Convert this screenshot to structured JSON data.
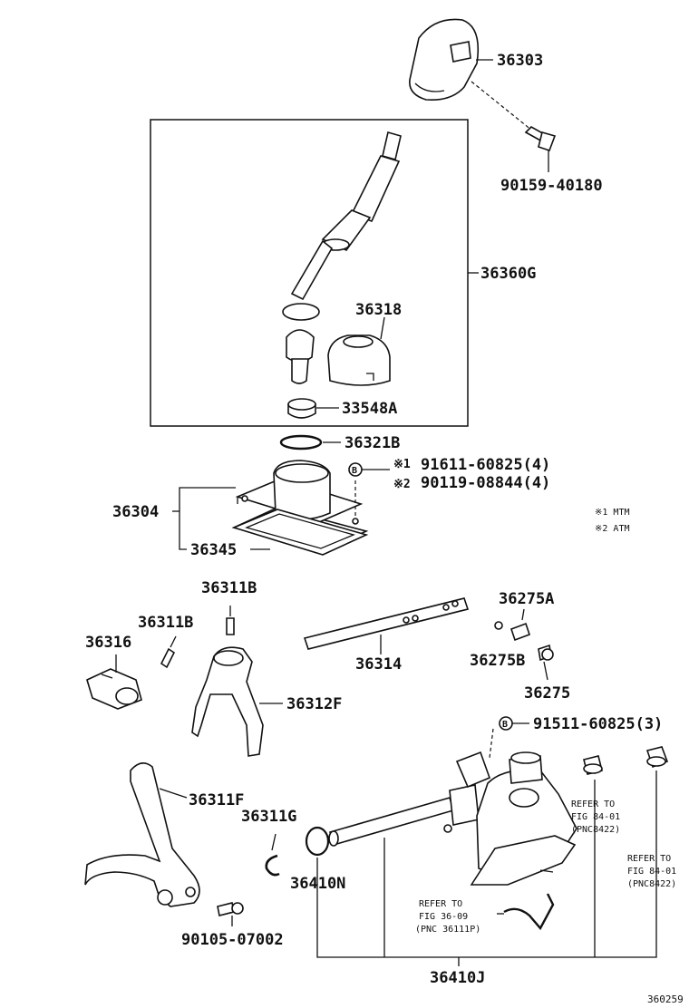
{
  "parts": {
    "p36303": "36303",
    "p90159": "90159-40180",
    "p36360G": "36360G",
    "p36318": "36318",
    "p33548A": "33548A",
    "p36321B": "36321B",
    "p36304": "36304",
    "p36345": "36345",
    "p36311B_a": "36311B",
    "p36311B_b": "36311B",
    "p36316": "36316",
    "p36312F": "36312F",
    "p36314": "36314",
    "p36275A": "36275A",
    "p36275B": "36275B",
    "p36275": "36275",
    "p36311F": "36311F",
    "p36311G": "36311G",
    "p36410N": "36410N",
    "p90105": "90105-07002",
    "p36410J": "36410J"
  },
  "bolts": {
    "b_mark": "B",
    "b1_mark": "※1",
    "b1_part": "91611-60825(4)",
    "b2_mark": "※2",
    "b2_part": "90119-08844(4)",
    "c_mark": "B",
    "c_part": "91511-60825(3)"
  },
  "legend": {
    "l1": "※1 MTM",
    "l2": "※2 ATM"
  },
  "refs": {
    "r1_l1": "REFER TO",
    "r1_l2": "FIG 84-01",
    "r1_l3": "(PNC8422)",
    "r2_l1": "REFER TO",
    "r2_l2": "FIG 84-01",
    "r2_l3": "(PNC8422)",
    "r3_l1": "REFER TO",
    "r3_l2": "FIG 36-09",
    "r3_l3": "(PNC 36111P)"
  },
  "figure_id": "360259"
}
